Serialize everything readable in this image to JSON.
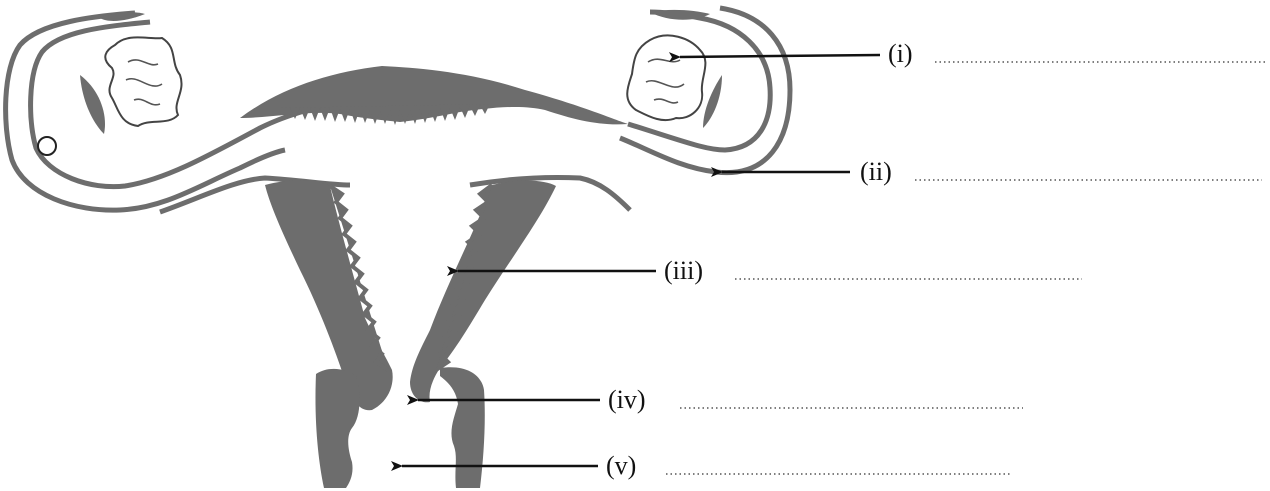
{
  "labels": [
    {
      "id": "i",
      "text": "(i)"
    },
    {
      "id": "ii",
      "text": "(ii)"
    },
    {
      "id": "iii",
      "text": "(iii)"
    },
    {
      "id": "iv",
      "text": "(iv)"
    },
    {
      "id": "v",
      "text": "(v)"
    }
  ],
  "colors": {
    "tissue": "#6d6d6d",
    "outline": "#4a4a4a",
    "ink": "#111111",
    "dots": "#555555"
  }
}
